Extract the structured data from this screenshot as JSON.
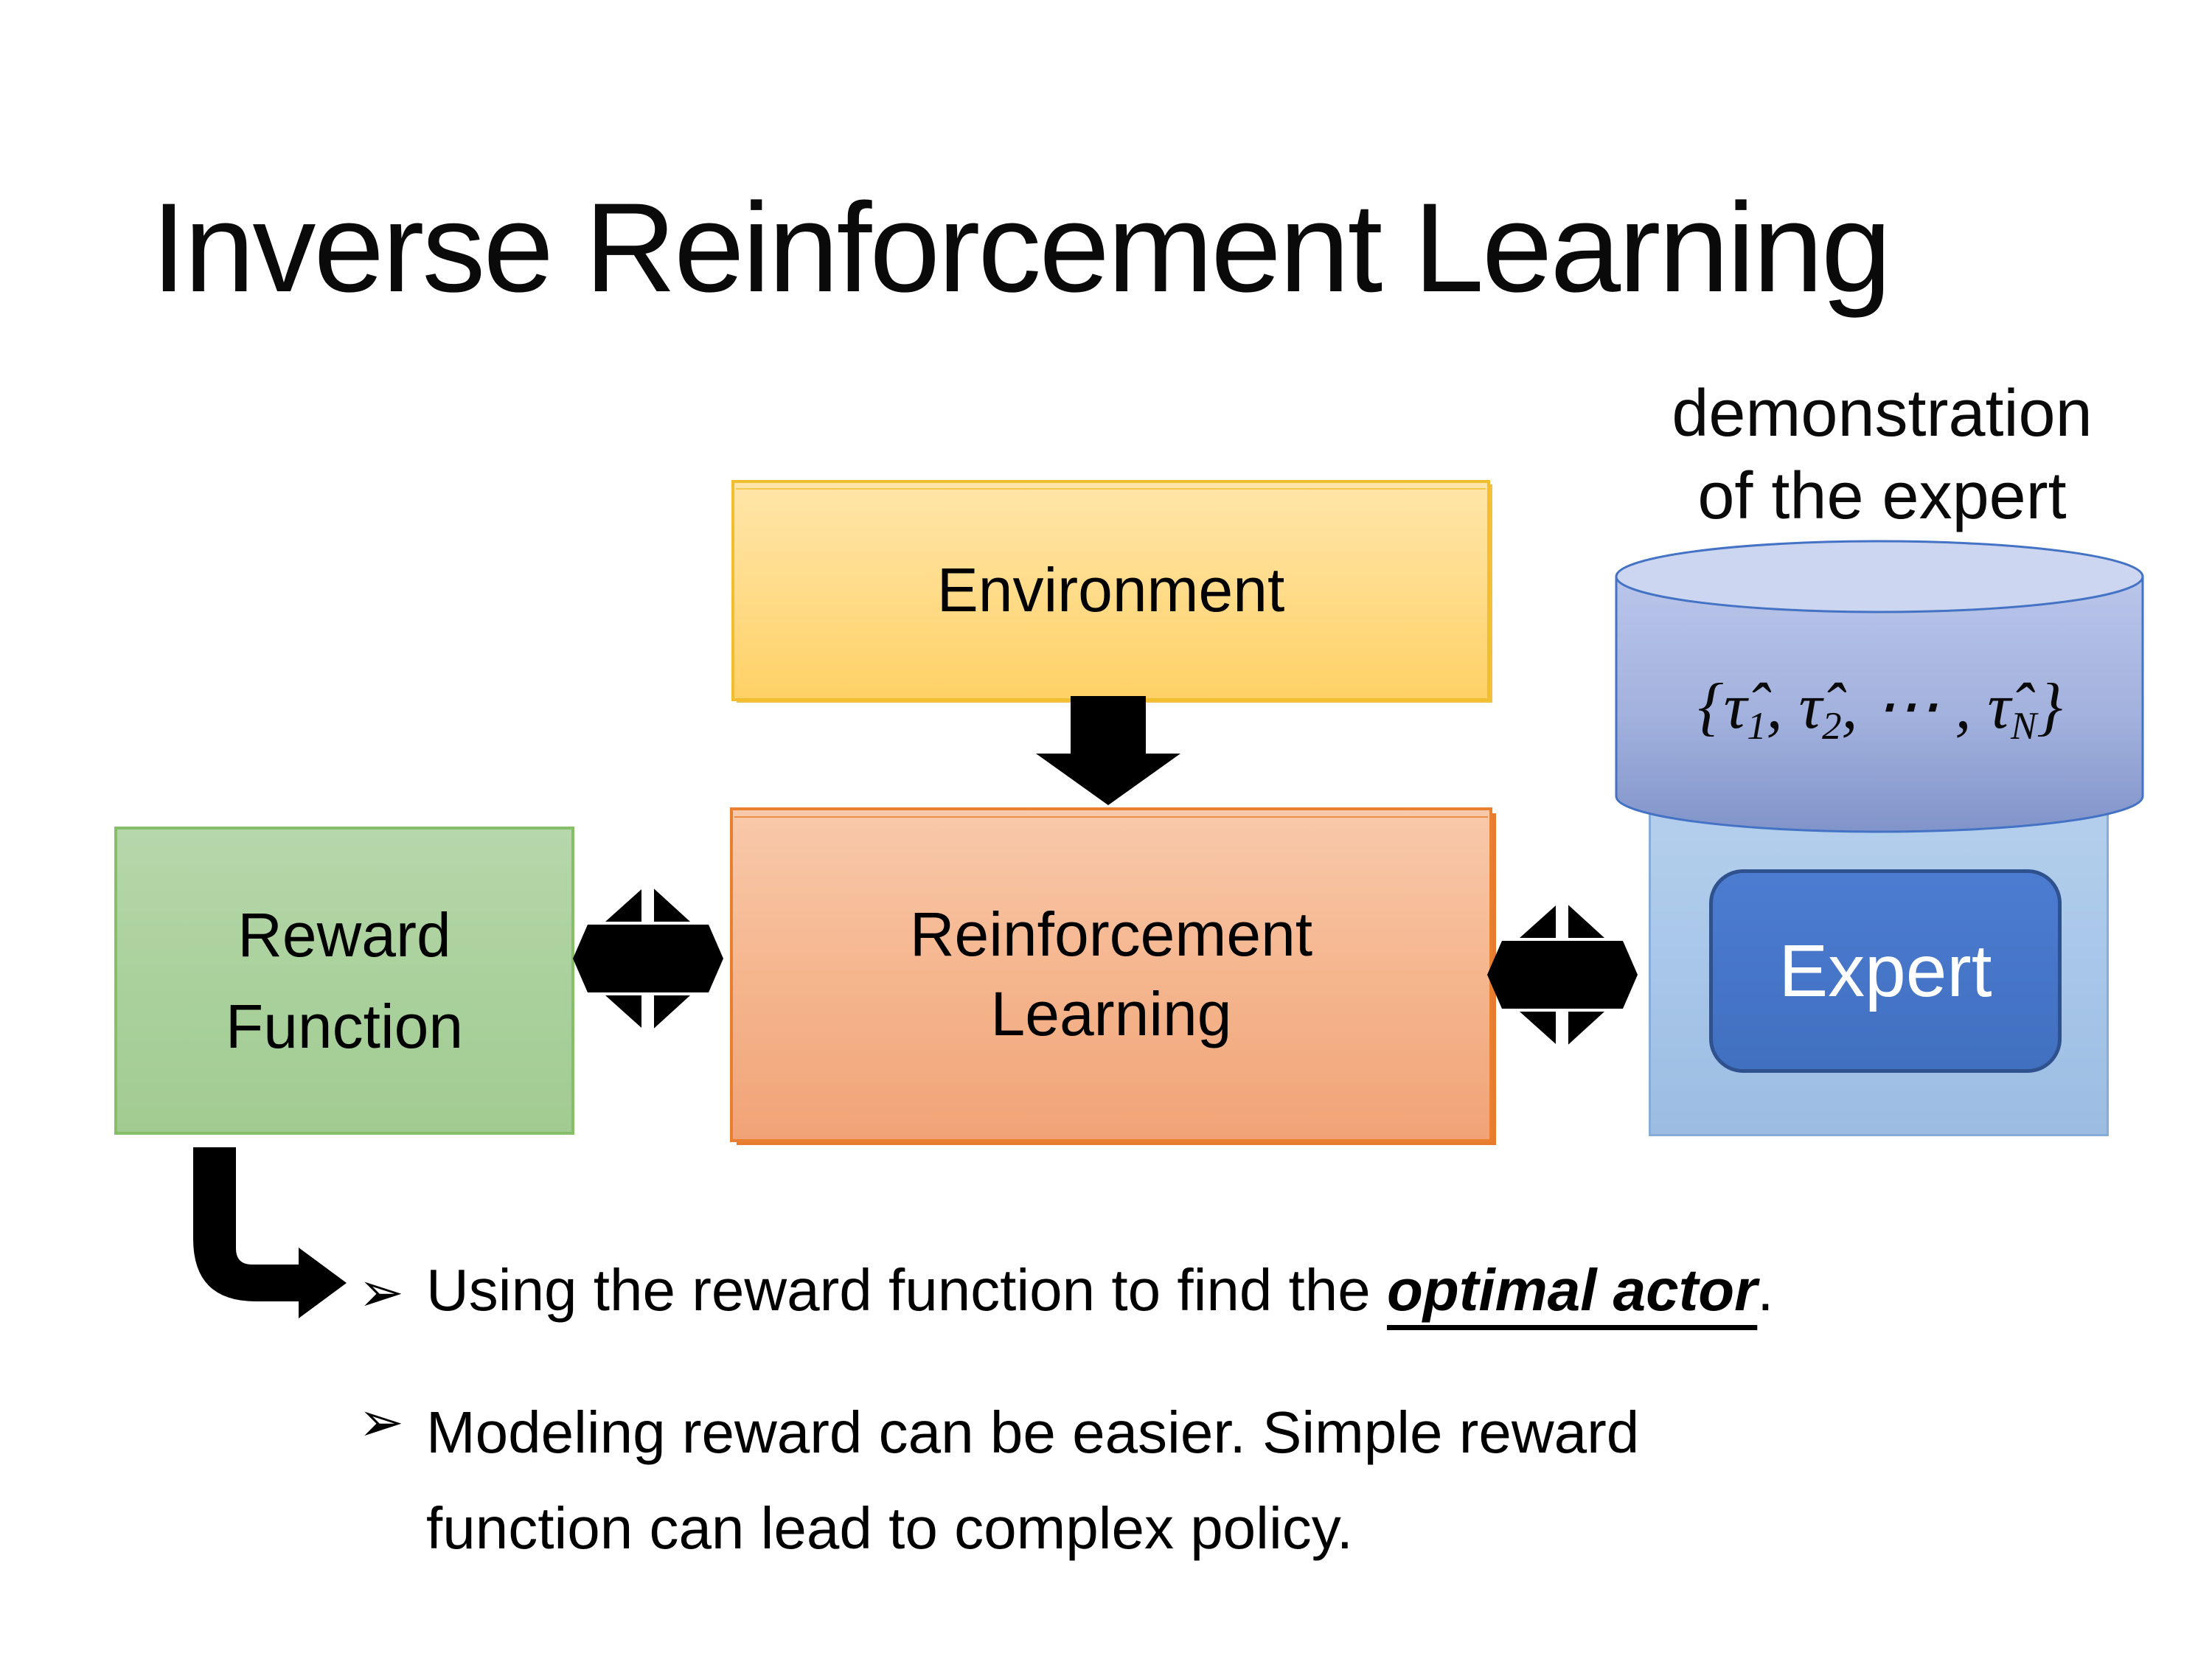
{
  "slide": {
    "title": "Inverse Reinforcement Learning"
  },
  "diagram": {
    "demonstration": {
      "line1": "demonstration",
      "line2": "of the expert"
    },
    "environment": {
      "label": "Environment"
    },
    "reward_function": {
      "line1": "Reward",
      "line2": "Function"
    },
    "reinforcement_learning": {
      "line1": "Reinforcement",
      "line2": "Learning"
    },
    "expert": {
      "label": "Expert"
    },
    "formula": {
      "open": "{",
      "tau1": "τ̂",
      "sub1": "1",
      "sep1": ", ",
      "tau2": "τ̂",
      "sub2": "2",
      "sep2": ", ⋯ , ",
      "tau3": "τ̂",
      "sub3": "N",
      "close": "}"
    }
  },
  "bullets": {
    "marker1": "➢",
    "marker2": "➢",
    "item1_pre": "Using the reward function to find the ",
    "item1_emphasis": "optimal actor",
    "item1_post": ".",
    "item2_line1": "Modeling reward can be easier. Simple reward",
    "item2_line2": "function can lead to complex policy."
  },
  "colors": {
    "background": "#ffffff",
    "text": "#000000",
    "environment_fill_top": "#ffe5a8",
    "environment_fill_bottom": "#ffd166",
    "environment_border": "#f2be2e",
    "rl_fill_top": "#f8c9ab",
    "rl_fill_bottom": "#f1a377",
    "rl_border": "#e8802f",
    "reward_fill_top": "#b6d7ab",
    "reward_fill_bottom": "#a2cb92",
    "reward_border": "#87be69",
    "expert_panel_fill": "#a6c5e8",
    "expert_panel_border": "#86add7",
    "expert_fill": "#4472c4",
    "expert_border": "#2f528f",
    "expert_text": "#ffffff",
    "cylinder_fill_top": "#bac5ea",
    "cylinder_fill_bottom": "#8194ca",
    "cylinder_top_fill": "#cdd6f0",
    "cylinder_border": "#4472c4",
    "arrow": "#000000"
  }
}
